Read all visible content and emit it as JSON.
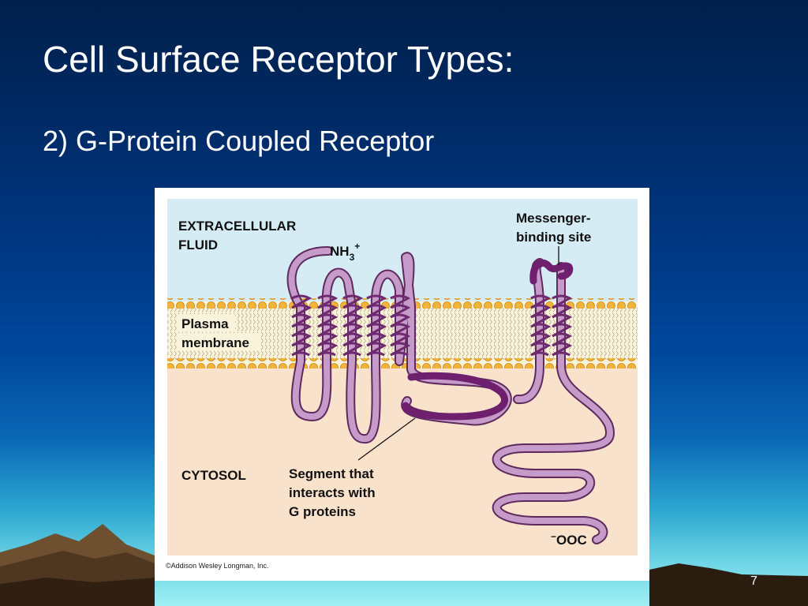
{
  "slide": {
    "title": "Cell Surface Receptor Types:",
    "subtitle": "2) G-Protein Coupled Receptor",
    "page_number": "7"
  },
  "figure": {
    "labels": {
      "extracellular_line1": "EXTRACELLULAR",
      "extracellular_line2": "FLUID",
      "nh3": "NH",
      "nh3_sub": "3",
      "nh3_sup": "+",
      "messenger_line1": "Messenger-",
      "messenger_line2": "binding site",
      "plasma_line1": "Plasma",
      "plasma_line2": "membrane",
      "cytosol": "CYTOSOL",
      "segment_line1": "Segment that",
      "segment_line2": "interacts with",
      "segment_line3": "G proteins",
      "ooc_sup": "−",
      "ooc": "OOC"
    },
    "copyright": "©Addison Wesley Longman, Inc.",
    "colors": {
      "extracellular": "#d6ecf5",
      "cytosol": "#f9e2cc",
      "membrane_core": "#faf3dc",
      "lipid_head": "#f2b33a",
      "protein": "#b282b6",
      "protein_dark": "#6e1f6e"
    }
  }
}
